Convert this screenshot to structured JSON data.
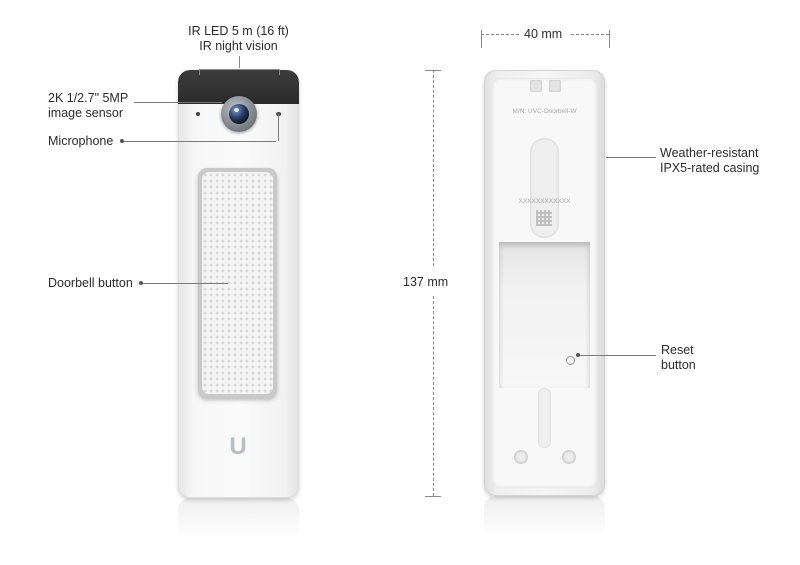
{
  "labels": {
    "ir_led": [
      "IR LED 5 m (16 ft)",
      "IR night vision"
    ],
    "image_sensor": [
      "2K 1/2.7\" 5MP",
      "image sensor"
    ],
    "microphone": "Microphone",
    "doorbell_button": "Doorbell button",
    "width": "40 mm",
    "height": "137 mm",
    "casing": [
      "Weather-resistant",
      "IPX5-rated casing"
    ],
    "reset": [
      "Reset",
      "button"
    ]
  },
  "back_print": {
    "model": "M/N: UVC-Doorbell-W",
    "qr_caption": "XXXXXXXXXXXX"
  },
  "colors": {
    "device_body": "#f6f6f6",
    "camera_band": "#2f2f2f",
    "lens": "#2c3f66"
  }
}
